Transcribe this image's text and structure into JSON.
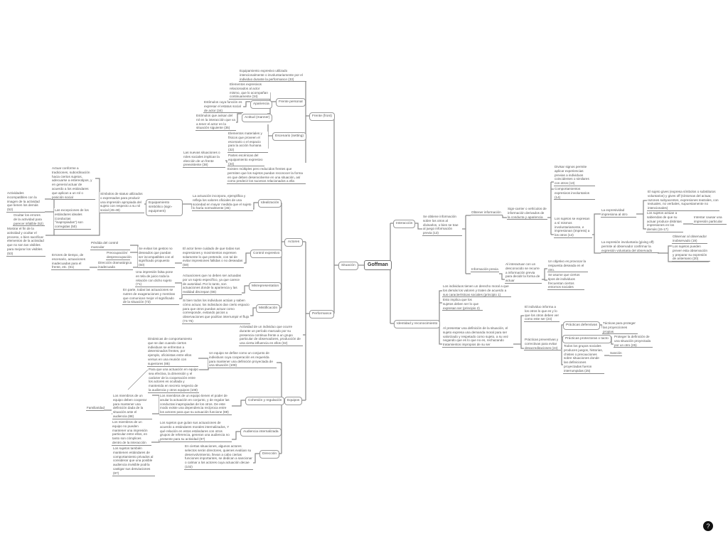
{
  "nodes": {
    "goffman": "Goffman",
    "situacion": "Situación",
    "frente_front": "Frente (front)",
    "actores": "Actores",
    "performance": "Performance",
    "equipos": "Equipos",
    "frente_personal": "Frente personal",
    "apariencia": "Apariencia",
    "actitud": "Actitud (manner)",
    "escenario": "Escenario (setting)",
    "idealizacion": "Idealización",
    "equipamiento_simbolico": "Equipamiento simbólico (sign-equipment)",
    "control_expresivo": "Control expresivo",
    "misrepresentation": "Misrepresentation",
    "mistificacion": "Mistificación",
    "cohesion": "Cohesión y regulación",
    "audiencia": "Audiencia internalizada",
    "direccion": "Dirección",
    "interaccion": "Interacción",
    "identidad": "Identidad y reconocimiento",
    "practicas_defensivas": "Prácticas defensivas",
    "practicas_protectoras": "Prácticas protectoras o tacto"
  },
  "notes": [
    "Equipamiento expresivo utilizado intencionalmente o involuntariamente por el individuo durante la performance (33)",
    "Elementos expresivos relacionados al actor mismo, que lo acompañan continuamente (34)",
    "Estímulos cuya función es expresar el estatus social de actor (34)",
    "Estímulos que avisan del rol en la interacción que va a tener el actor en la situación siguiente (35)",
    "Elementos materiales y físicos que proveen el escenario o el espacio para la acción humana (32)",
    "Partes escénicas del equipamiento expresivo (34)",
    "Las nuevas situaciones o roles sociales implican la elección de un frente preexistente (38)",
    "Existen múltiples pero reducidos frentes que permiten que los sujetos puedan reconocer la forma en que deben desenvolverse en una situación, así como predecir los sucesos relacionados a ella",
    "Actuar conforme a tradiciones, subordinación hacia ciertos sujetos, adecuarse a estereotipos, y en general actuar de acuerdo a los estándares que aplican a un rol o posición social",
    "Actividades incompatibles con la imagen de la actividad que tienen los demás (52)",
    "Ocultar los errores de la actividad para parecer infalible (52)",
    "Mostrar el fin de la actividad y ocultar el proceso, o bien sacrificar elementos de la actividad que no son tan visibles para mejorar los visibles (53)",
    "Las excepciones de los estándares ideales (conductas \"inapropiadas\") son corregidas (50)",
    "Símbolos de status utilizados o expresados para producir una impresión apropiada del sujeto con respecto a su rol social (45-49)",
    "La actuación incorpora, ejemplifica y refleja los valores oficiales de una sociedad en mayor medida que el sujeto lo haría normalmente (45)",
    "Pérdida del control muscular",
    "Preocupación/ despreocupación",
    "Dirección dramatúrgica inadecuada",
    "Errores de tiempo, de escenario, actuaciones inadecuadas para el frente, etc. (61)",
    "Se evitan los gestos no deseados que puedan ser incompatibles con el significado propuesto (60)",
    "El actor tiene cuidado de que todas sus expresiones y movimientos expresen solamente lo que pretende, con tal de evitar impresiones fallidas o no deseadas (59)",
    "Una impresión falsa pone en tela de juicio toda la relación con dicho sujeto (71)",
    "En parte, todas las actuaciones se nutren de exageraciones y mentiras que comunican mejor el significado de la situación (73)",
    "Actuaciones que no deben ser actuadas por un sujeto específico, ya que carece de autoridad. Por lo tanto, son actuaciones donde la apariencia y las realidad discrepan (66)",
    "Si bien todos los individuos actúan y saben cómo actuar, los individuos dan cierto espacio para que otros puedan actuar como corresponde, evitando juicios u observaciones que podrían interrumpir el flujo (74-75)",
    "Actividad de un individuo que ocurre durante un período marcado por su presencia continua frente a un grupo particular de observadores, producción de una cierta influencia en ellos (32)",
    "Dinámicas de comportamiento que se dan cuando ciertos individuos se enfrentan a determinados frentes, por ejemplo, oficinistas entre ellos versus en una reunión con superiores (85)",
    "Para que una actuación en equipo sea efectiva, la dimensión y el carácter de la cooperación entre los actores es ocultada y mantenida en secreto respecto de la audiencia y otros equipos (108)",
    "Un equipo se define como un conjunto de individuos cuya cooperación es requerida para mantener una definición proyectada de una situación (108)",
    "Los miembros de un equipo deben cooperar para mantener una definición dada de la situación ante el audiencia (88)",
    "Los miembros de un equipo no pueden mantener una impresión particular entre ellos, en tanto son cómplices dentro de la interacción",
    "Familiaridad",
    "Los miembros de un equipo tienen el poder de anular la actuación en conjunto, y de regular las conductas inapropiadas de los otros. De este modo existe una dependencia recíproca entre los actores para que su actuación funcione (88)",
    "Los sujetos también mantienen estándares de comportamiento privados al considerar que una posible audiencia invisible podría castigar sus desviaciones (87)",
    "Los sujetos que guían sus actuaciones de acuerdo a estándares morales internalizados, Y qué relación en estos estándares con otros grupos de referencia, generan una audiencia no presente para su actividad (87)",
    "En ciertas situaciones, algunos actores selectos serán directores, quienes evalúan su desenvolvimiento, llevan a cabo ciertas funciones importantes, se dedican a sancionar o calmar a los actores cuya actuación decae (102)",
    "Se obtiene información sobre los otros al divisarlos, o bien se trae al juego información previa (13)",
    "Obtener información",
    "Sign-carrier o vehículos de información derivados de la conducta y apariencia",
    "Divisar signos permite aplicar experiencias previas a individuos coincidentes o similares con otros (13)",
    "Comportamientos expresivos involuntarios (14)",
    "Los sujetos se expresan a sí mismos involuntariamente, e impresionan (impress) a los otros (14)",
    "La expresividad impresiona al otro",
    "El sujeto gives (expresa símbolos o substitutos voluntarios) y gives off (síntomas del actuar, razones subyacentes, expresiones teatrales, con textuales, no verbales, supuestamente no intencionales)",
    "Los sujetos actúan a sabiendas de que su actuar produce distintas impresiones en los demás (15-17)",
    "Intentar causar una impresión particular",
    "La expresión involuntaria (giving off) permite al observador confirmar la expresión voluntaria del observado",
    "Observar al observador inobservado (19)",
    "Los sujetos pueden prever esta observación y preparar su expresión de antemano (20)",
    "Información previa",
    "Al interactuar con un desconocido se recurre a información previa para decidir la forma de actuar",
    "Un objetivo es provocar la respuesta deseada en el otro.",
    "Se asume que ciertos tipos de individuos frecuentan ciertos entornos sociales",
    "Los individuos tienen un derecho moral a que los demás los valoren y traten de acuerdo a sus características sociales (principio 1)",
    "Esto implica que los sujetos deben ser lo que expresan ser (principio 2)",
    "Al presentar una definición de la situación, el sujeto expresa una demanda moral para ser valorizado y respetado como sujeto, a su vez negando que es lo que no es, rechazando tratamientos impropios de su ser",
    "El individuo informa a los otros lo que es y lo que los otros deben ver como este ser (24)",
    "Prácticas preventivas y correctivas para evitar desacreditaciones (24)",
    "Tácticas para proteger las proyecciones propias",
    "Proteger la definición de una situación proyectada por un otro (25)",
    "Todos los grupos sociales producen juegos, historias, chistes o precauciones sobre situaciones donde las definiciones proyectadas fueron interrumpidas (25)",
    "Sanción"
  ],
  "help_button_icon": "help-icon"
}
